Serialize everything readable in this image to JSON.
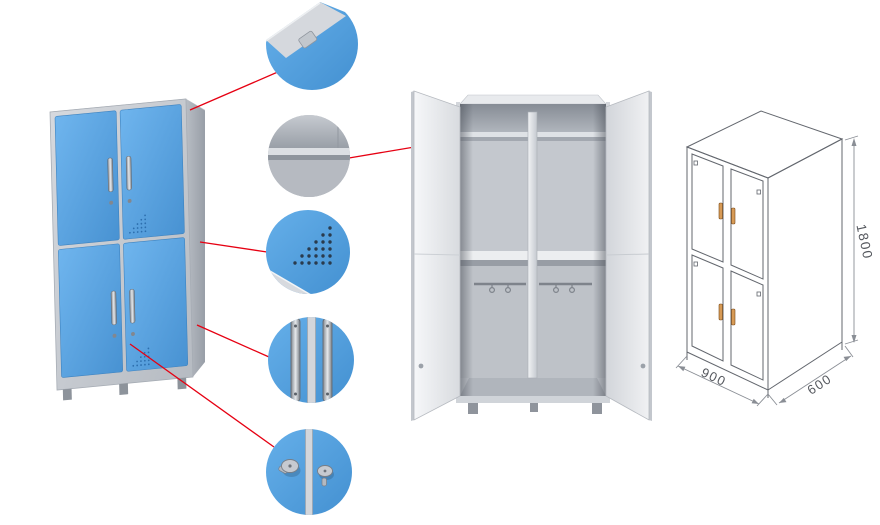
{
  "image_type": "product-diagram",
  "colors": {
    "door_blue": "#5FA8E6",
    "frame_gray": "#C9CDD3",
    "interior_gray": "#C4C8CE",
    "open_door_gray": "#EDEFF2",
    "callout_line_red": "#E60012",
    "sketch_stroke_gray": "#63676E",
    "handle_silver": "#C7CCD2",
    "handle_tan": "#D79A55",
    "background": "#FFFFFF"
  },
  "callouts": [
    {
      "name": "top-corner-detail"
    },
    {
      "name": "interior-shelf-detail"
    },
    {
      "name": "ventilation-holes-detail"
    },
    {
      "name": "door-handles-detail"
    },
    {
      "name": "lock-cam-detail"
    }
  ],
  "dimension_sketch": {
    "height_label": "1800",
    "width_label": "900",
    "depth_label": "600"
  }
}
